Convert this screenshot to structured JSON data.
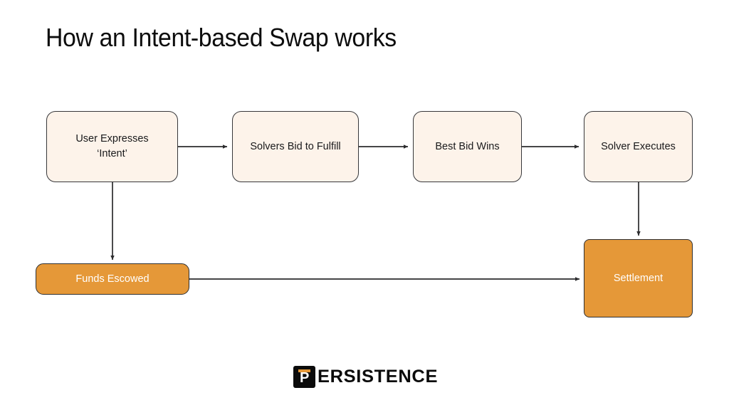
{
  "slide": {
    "title": "How an Intent-based Swap works",
    "background_color": "#ffffff"
  },
  "theme": {
    "step_fill": "#fdf3ea",
    "step_border": "#37373a",
    "step_text": "#19191b",
    "accent_fill": "#e59838",
    "accent_border": "#2f2f31",
    "accent_text": "#ffffff",
    "connector_color": "#2b2b2d",
    "title_color": "#0d0d0d"
  },
  "diagram": {
    "type": "flowchart",
    "nodes": [
      {
        "id": "user-intent",
        "label_line_1": "User Expresses",
        "label_line_2": "‘Intent’",
        "style": "step"
      },
      {
        "id": "solvers-bid",
        "label": "Solvers Bid to Fulfill",
        "style": "step"
      },
      {
        "id": "best-bid",
        "label": "Best Bid Wins",
        "style": "step"
      },
      {
        "id": "solver-executes",
        "label": "Solver Executes",
        "style": "step"
      },
      {
        "id": "funds-escowed",
        "label": "Funds Escowed",
        "style": "accent"
      },
      {
        "id": "settlement",
        "label": "Settlement",
        "style": "accent"
      }
    ],
    "edges": [
      {
        "id": "e1",
        "from": "user-intent",
        "to": "solvers-bid",
        "direction": "right"
      },
      {
        "id": "e2",
        "from": "solvers-bid",
        "to": "best-bid",
        "direction": "right"
      },
      {
        "id": "e3",
        "from": "best-bid",
        "to": "solver-executes",
        "direction": "right"
      },
      {
        "id": "e4",
        "from": "user-intent",
        "to": "funds-escowed",
        "direction": "down"
      },
      {
        "id": "e5",
        "from": "solver-executes",
        "to": "settlement",
        "direction": "down"
      },
      {
        "id": "e6",
        "from": "funds-escowed",
        "to": "settlement",
        "direction": "right"
      }
    ]
  },
  "footer": {
    "logo_letter": "P",
    "wordmark": "ERSISTENCE",
    "mark_color": "#0b0b0b",
    "mark_accent_color": "#e59838"
  }
}
